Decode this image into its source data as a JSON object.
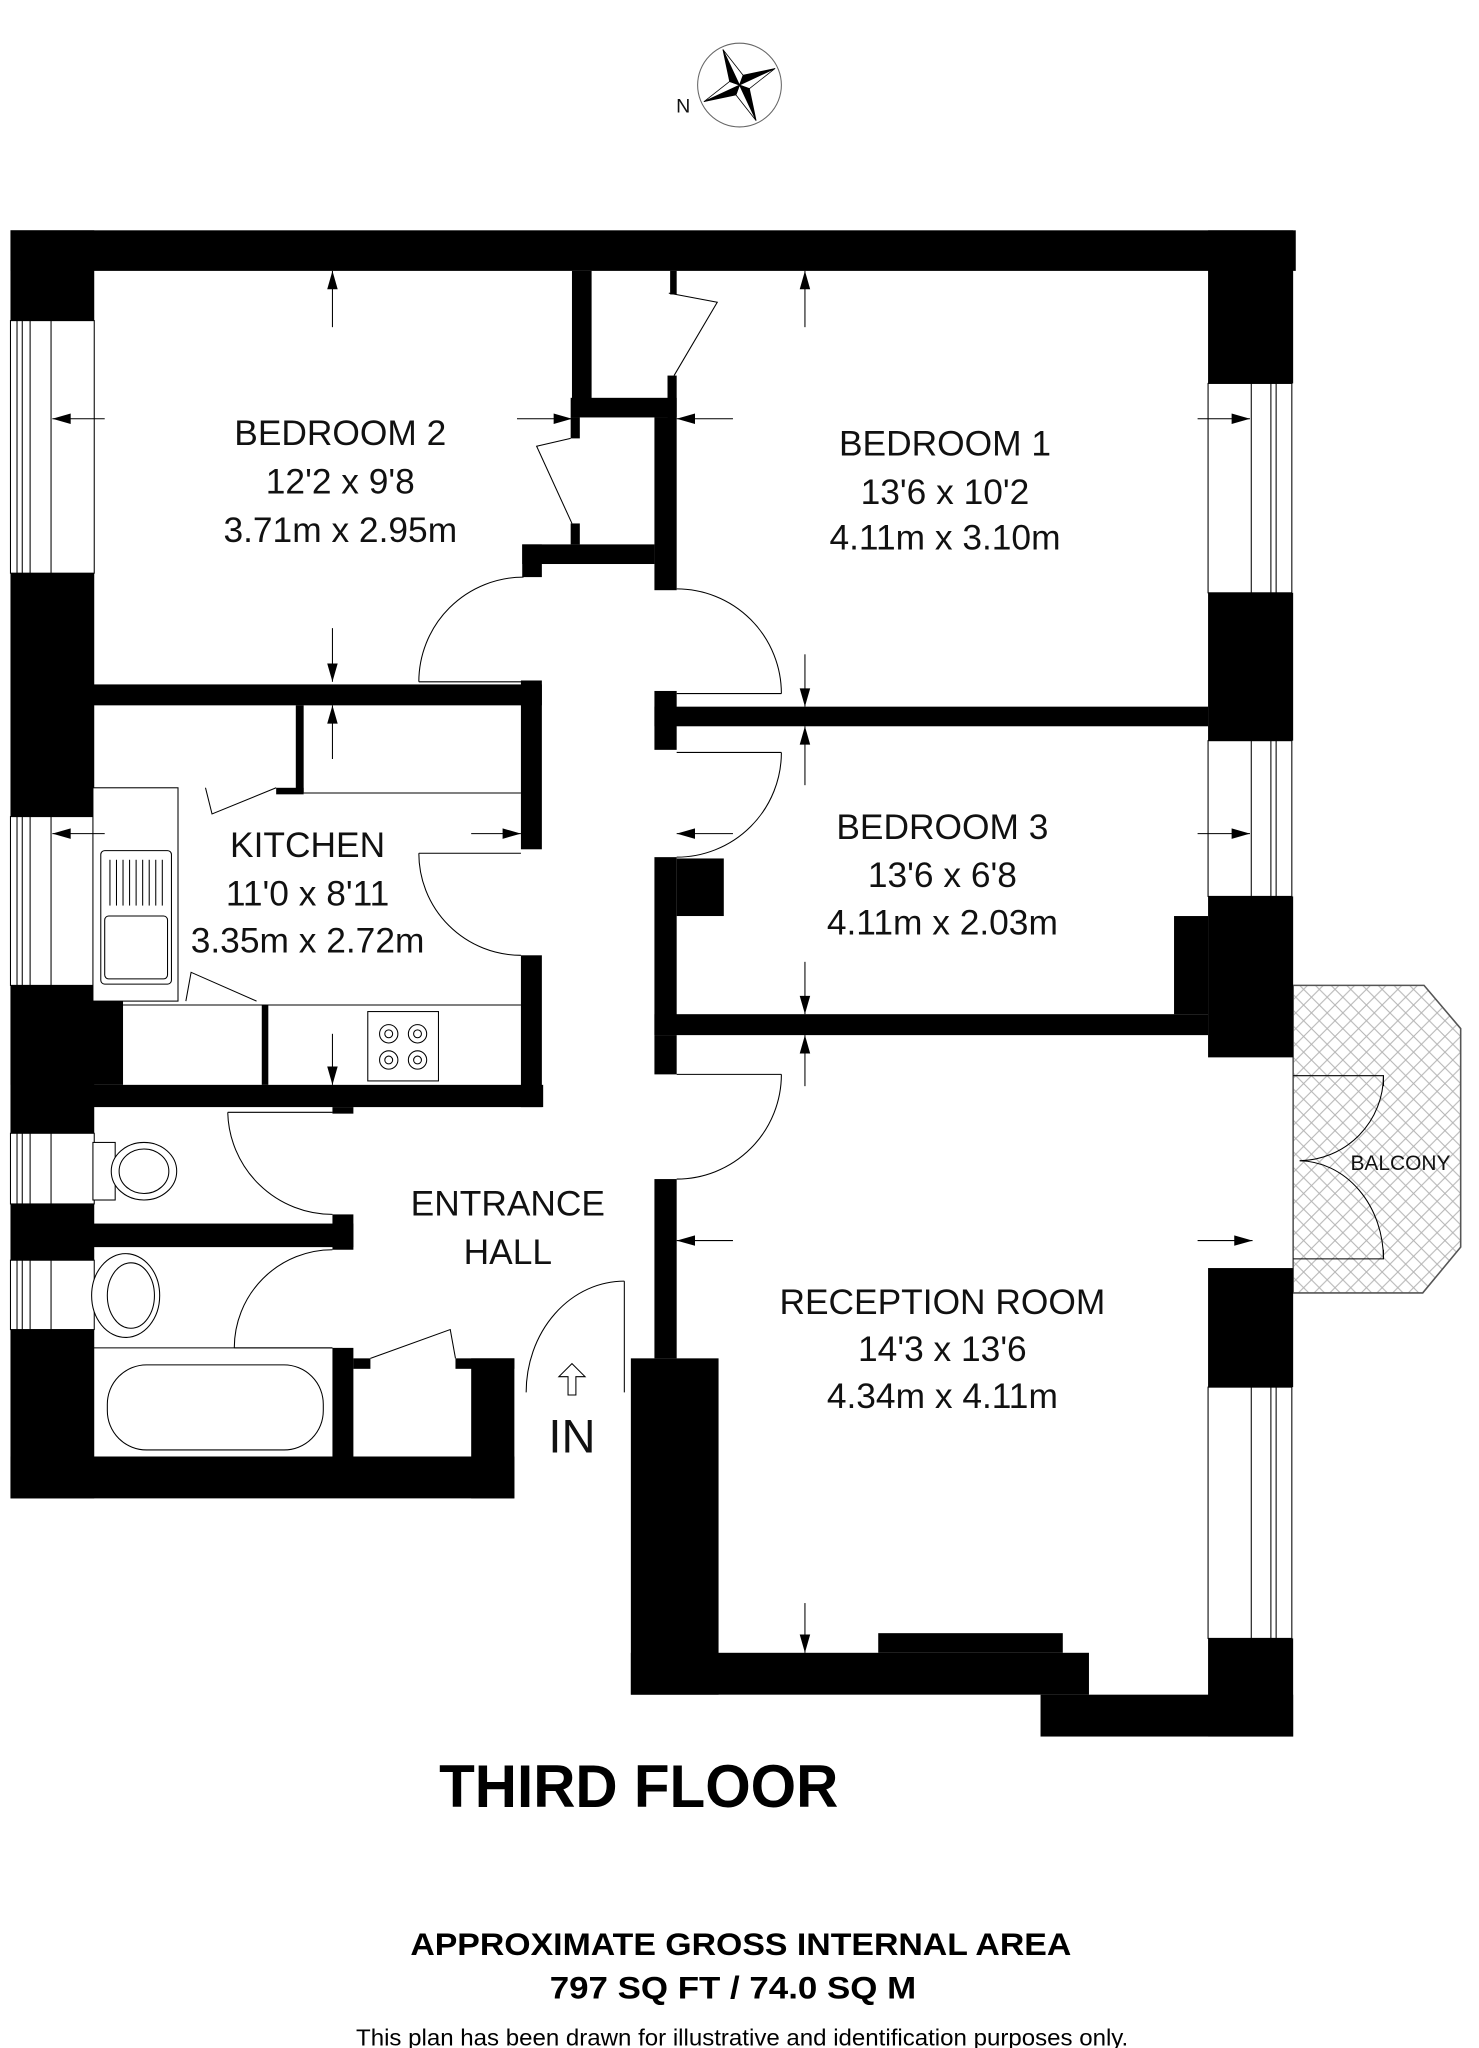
{
  "compass": {
    "north_label": "N",
    "icon": "compass-rose-icon"
  },
  "rooms": [
    {
      "name": "BEDROOM 2",
      "imperial": "12'2 x 9'8",
      "metric": "3.71m x 2.95m"
    },
    {
      "name": "BEDROOM 1",
      "imperial": "13'6 x 10'2",
      "metric": "4.11m x 3.10m"
    },
    {
      "name": "KITCHEN",
      "imperial": "11'0 x 8'11",
      "metric": "3.35m x 2.72m"
    },
    {
      "name": "BEDROOM 3",
      "imperial": "13'6 x 6'8",
      "metric": "4.11m x 2.03m"
    },
    {
      "name": "RECEPTION ROOM",
      "imperial": "14'3 x 13'6",
      "metric": "4.34m x 4.11m"
    }
  ],
  "hall": {
    "line1": "ENTRANCE",
    "line2": "HALL"
  },
  "balcony": "BALCONY",
  "entrance": "IN",
  "floor_title": "THIRD FLOOR",
  "area": {
    "heading": "APPROXIMATE GROSS INTERNAL AREA",
    "value": "797 SQ FT / 74.0 SQ M"
  },
  "disclaimer": "This plan has been drawn for illustrative and identification purposes only."
}
